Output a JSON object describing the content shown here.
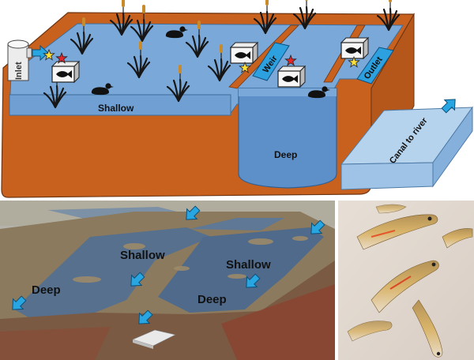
{
  "diagram": {
    "labels": {
      "inlet": "Inlet",
      "weir": "Weir",
      "outlet": "Outlet",
      "shallow": "Shallow",
      "deep": "Deep",
      "canal": "Canal to river"
    },
    "colors": {
      "soil": "#c8611e",
      "soil_dark": "#9c4a15",
      "water": "#7aa8d8",
      "water_dark": "#4f84bf",
      "canal": "#9fc3e6",
      "arrow": "#27a6e2",
      "box_blue": "#2da0df",
      "star_yellow": "#ffe13a",
      "star_red": "#e4262b"
    }
  },
  "photo": {
    "labels": {
      "shallow_1": "Shallow",
      "shallow_2": "Shallow",
      "deep_1": "Deep",
      "deep_2": "Deep"
    }
  },
  "icons": [
    "arrow-icon",
    "star-icon",
    "fish-trap-icon",
    "duck-icon",
    "reed-icon",
    "fish-icon"
  ]
}
